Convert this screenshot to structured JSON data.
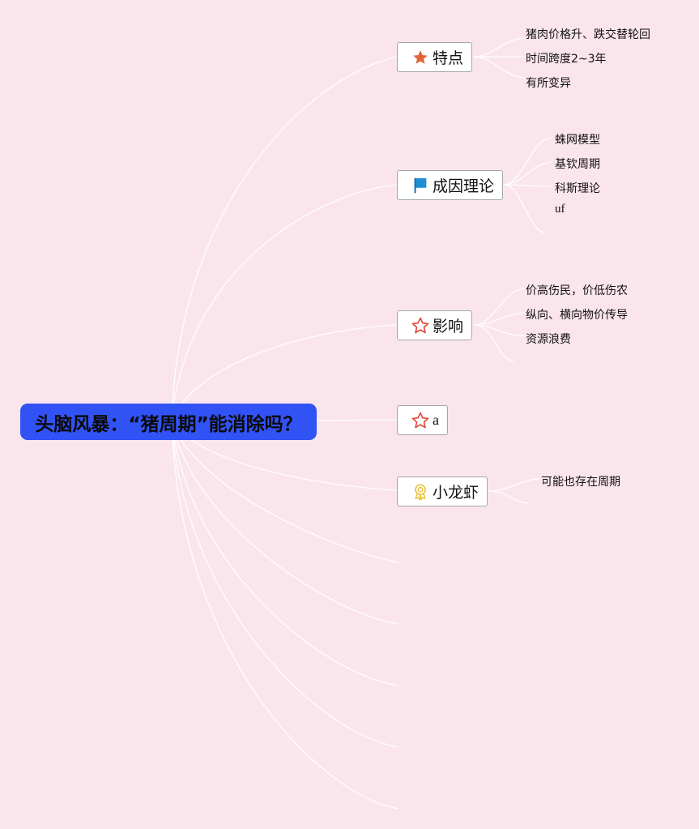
{
  "root": {
    "title": "头脑风暴：“猪周期”能消除吗？"
  },
  "topics": [
    {
      "label": "特点",
      "icon": "star-filled-icon",
      "subtopics": [
        "猪肉价格升、跌交替轮回",
        "时间跨度2~3年",
        "有所变异"
      ]
    },
    {
      "label": "成因理论",
      "icon": "flag-icon",
      "subtopics": [
        "蛛网模型",
        "基钦周期",
        "科斯理论",
        "uf"
      ]
    },
    {
      "label": "影响",
      "icon": "star-outline-icon",
      "subtopics": [
        "价高伤民，价低伤农",
        "纵向、横向物价传导",
        "资源浪费"
      ]
    },
    {
      "label": "a",
      "icon": "star-outline-icon",
      "subtopics": []
    },
    {
      "label": "小龙虾",
      "icon": "award-ribbon-icon",
      "subtopics": [
        "可能也存在周期"
      ]
    }
  ],
  "colors": {
    "background": "#fbe5ec",
    "root_fill": "#3152f5",
    "connector": "#ffffff",
    "star_filled": "#e2643b",
    "star_outline": "#e2463b",
    "flag": "#1f8fd6",
    "award": "#e8c23a"
  }
}
